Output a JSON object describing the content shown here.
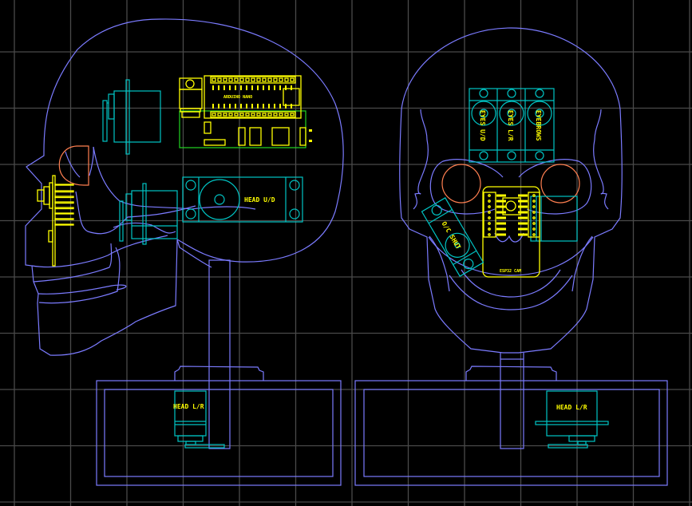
{
  "drawing": {
    "colors": {
      "background": "#000000",
      "grid": "#4a4a4a",
      "skull_outline": "#7b7bff",
      "servo": "#00c4c4",
      "electronics": "#ffff00",
      "eye": "#ff7f50",
      "board_outline": "#22d422"
    },
    "side_view": {
      "arduino_label": "ARDUINO NANO",
      "head_ud_label": "HEAD U/D",
      "base_servo_label": "HEAD L/R"
    },
    "front_view": {
      "servo_labels": [
        "EYES U/D",
        "EYES L/R",
        "EYEBROWS"
      ],
      "jaw_servo_label": "O/C SHUT",
      "camera_label": "ESP32 CAM",
      "base_servo_label": "HEAD L/R"
    }
  }
}
